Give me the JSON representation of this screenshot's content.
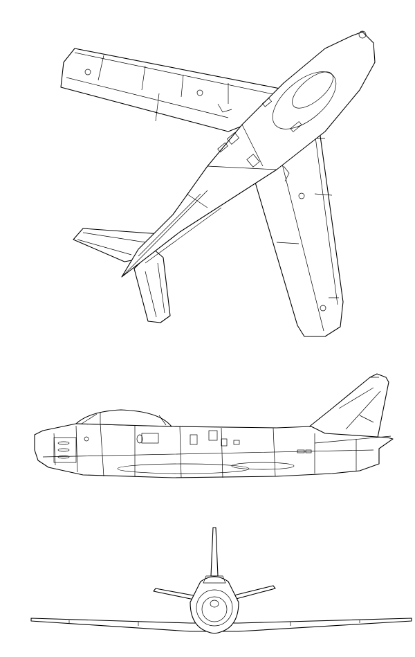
{
  "drawing": {
    "views": [
      "top-view",
      "side-view",
      "front-view"
    ],
    "line_color": "#000000",
    "background_color": "#ffffff"
  }
}
